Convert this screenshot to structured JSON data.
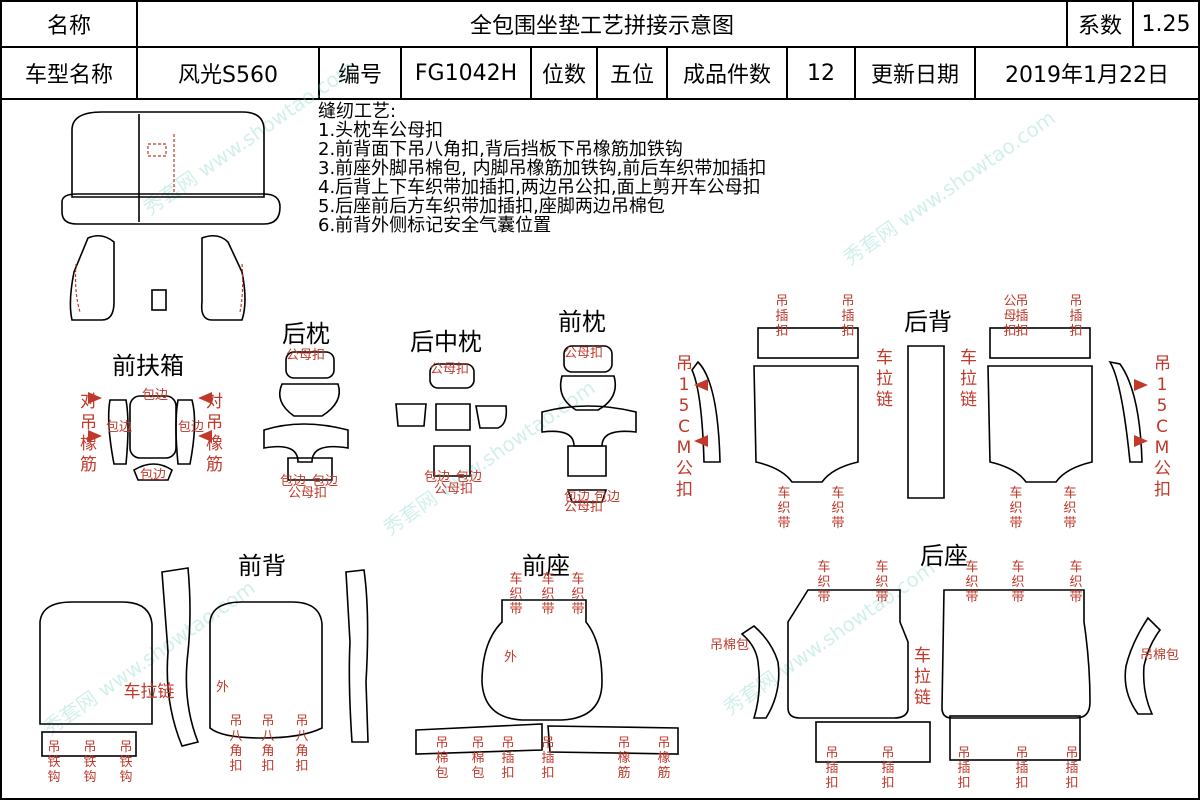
{
  "header": {
    "name_label": "名称",
    "title": "全包围坐垫工艺拼接示意图",
    "coef_label": "系数",
    "coef_value": "1.25",
    "model_label": "车型名称",
    "model_value": "风光S560",
    "code_label": "编号",
    "code_value": "FG1042H",
    "seats_label": "位数",
    "seats_value": "五位",
    "pieces_label": "成品件数",
    "pieces_value": "12",
    "date_label": "更新日期",
    "date_value": "2019年1月22日"
  },
  "process": {
    "heading": "缝纫工艺:",
    "steps": [
      "1.头枕车公母扣",
      "2.前背面下吊八角扣,背后挡板下吊橡筋加铁钩",
      "3.前座外脚吊棉包, 内脚吊橡筋加铁钩,前后车织带加插扣",
      "4.后背上下车织带加插扣,两边吊公扣,面上剪开车公母扣",
      "5.后座前后方车织带加插扣,座脚两边吊棉包",
      "6.前背外侧标记安全气囊位置"
    ]
  },
  "sections": {
    "front_armrest": "前扶箱",
    "rear_headrest": "后枕",
    "rear_mid_headrest": "后中枕",
    "front_headrest": "前枕",
    "rear_back": "后背",
    "front_back": "前背",
    "front_seat": "前座",
    "rear_seat": "后座"
  },
  "labels": {
    "dui_diao_xiangjin": "对吊橡筋",
    "baobian": "包边",
    "gongmukou": "公母扣",
    "diao_15cm_gong": "吊15CM公扣",
    "diao_cha_kou": "吊插扣",
    "che_la_lian": "车拉链",
    "che_zhi_dai": "车织带",
    "gong_mu_kou_stack": "公母扣",
    "diao_tie_gou": "吊铁钩",
    "diao_ba_jiao_kou": "吊八角扣",
    "wai": "外",
    "diao_mian_bao": "吊棉包",
    "diao_xiang_jin": "吊橡筋",
    "diao_mian_bao_h": "吊棉包"
  },
  "watermark": "秀套网 www.showtao.com"
}
